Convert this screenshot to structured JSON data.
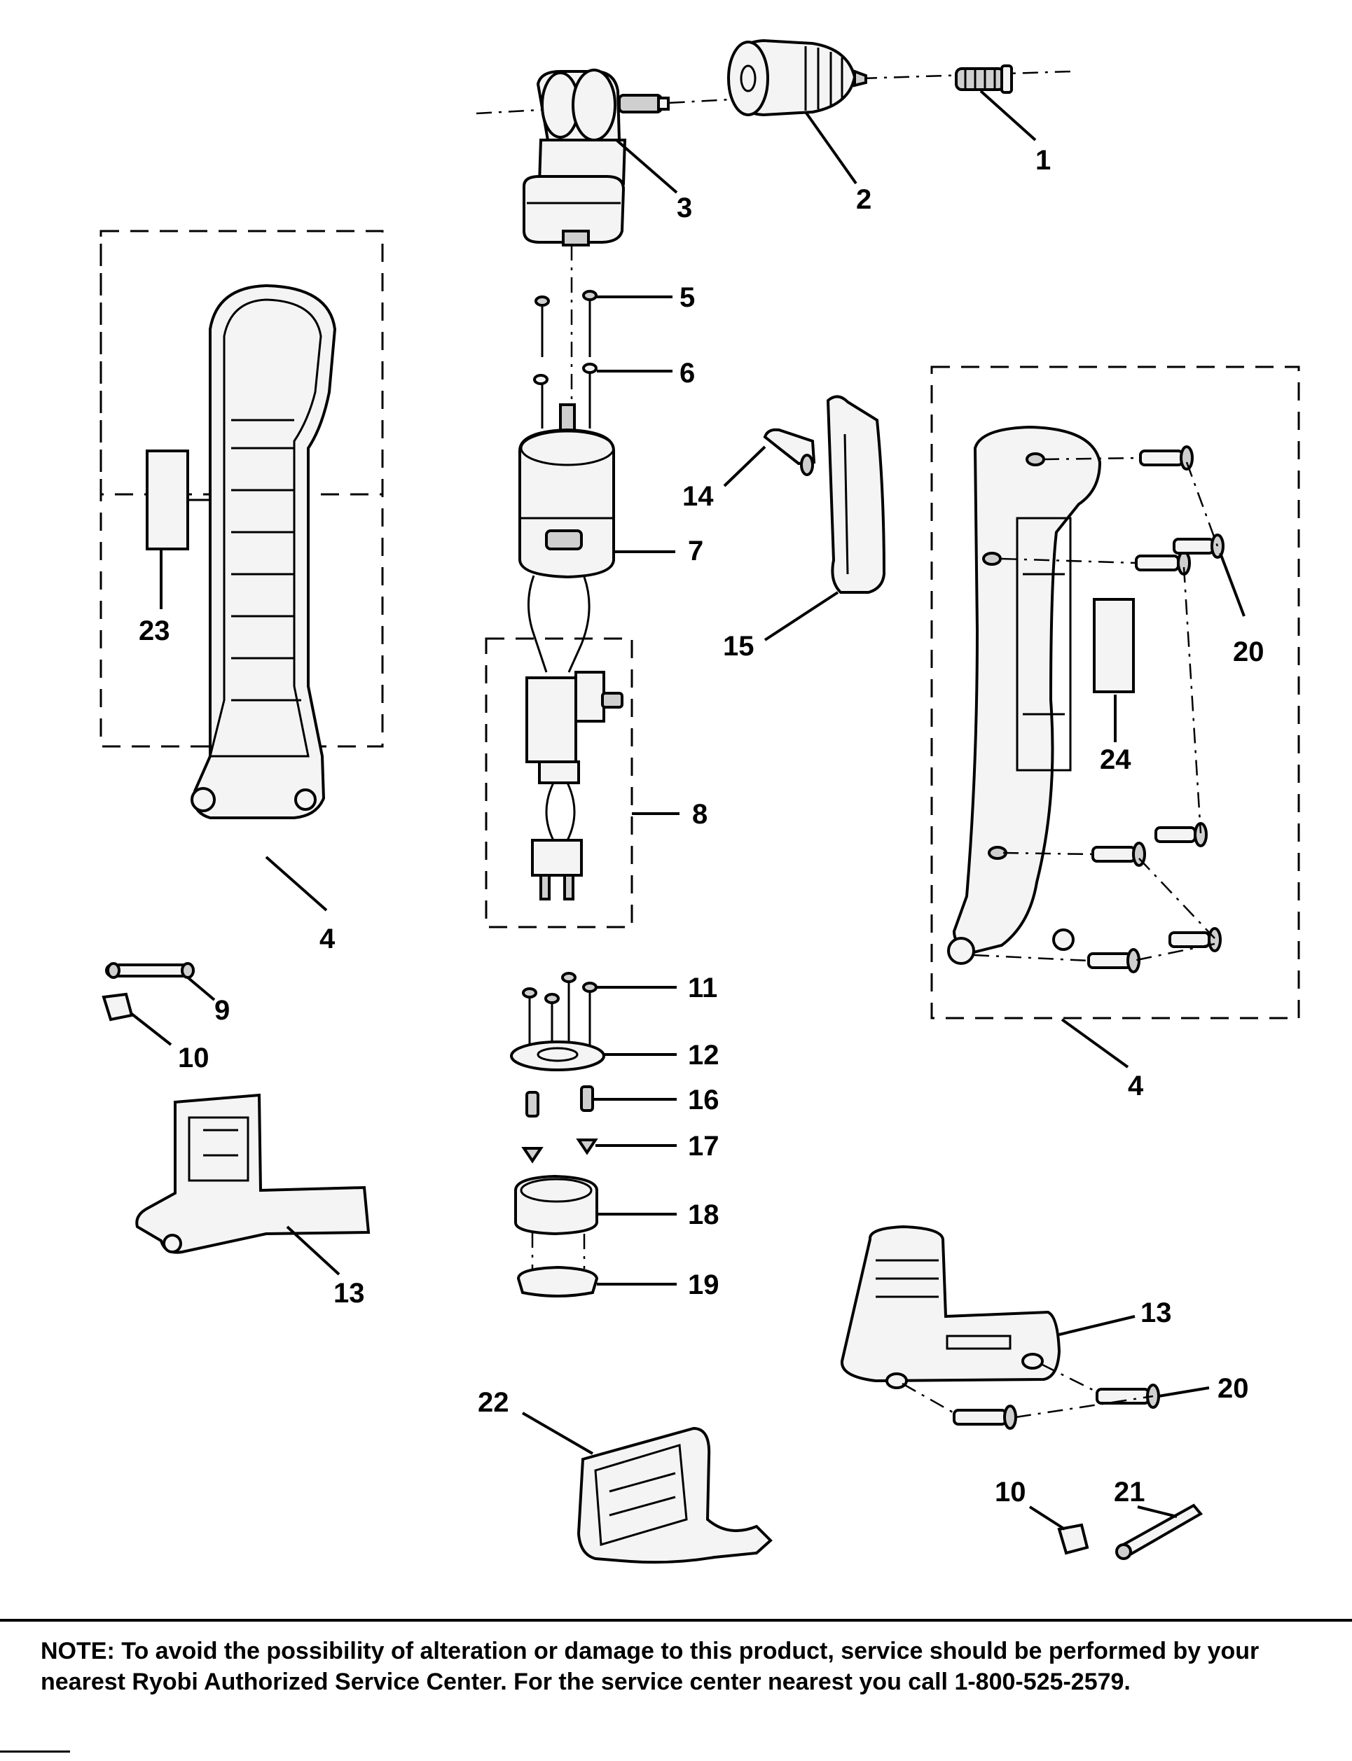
{
  "callouts": {
    "c1": "1",
    "c2": "2",
    "c3": "3",
    "c4_left": "4",
    "c4_right": "4",
    "c5": "5",
    "c6": "6",
    "c7": "7",
    "c8": "8",
    "c9": "9",
    "c10_left": "10",
    "c10_right": "10",
    "c11": "11",
    "c12": "12",
    "c13_left": "13",
    "c13_right": "13",
    "c14": "14",
    "c15": "15",
    "c16": "16",
    "c17": "17",
    "c18": "18",
    "c19": "19",
    "c20_upper": "20",
    "c20_lower": "20",
    "c21": "21",
    "c22": "22",
    "c23": "23",
    "c24": "24"
  },
  "note": "NOTE: To avoid the possibility of alteration or damage to this product, service should be performed by your nearest Ryobi Authorized Service Center. For the service center nearest you call 1-800-525-2579."
}
